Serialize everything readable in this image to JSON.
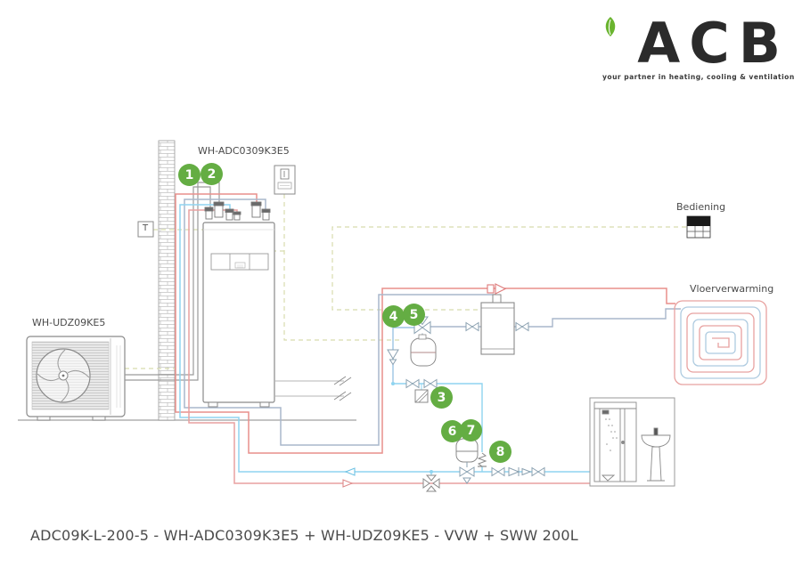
{
  "logo": {
    "text": "ACB",
    "tagline": "your partner in heating, cooling & ventilation",
    "leaf_color": "#6ab42f",
    "text_color": "#2b2b2b"
  },
  "caption": "ADC09K-L-200-5 - WH-ADC0309K3E5 + WH-UDZ09KE5 - VVW + SWW 200L",
  "labels": {
    "indoor_unit": "WH-ADC0309K3E5",
    "outdoor_unit": "WH-UDZ09KE5",
    "control": "Bediening",
    "floor_heating": "Vloerverwarming",
    "temp_sensor": "T"
  },
  "callouts": [
    {
      "number": "1"
    },
    {
      "number": "2"
    },
    {
      "number": "3"
    },
    {
      "number": "4"
    },
    {
      "number": "5"
    },
    {
      "number": "6"
    },
    {
      "number": "7"
    },
    {
      "number": "8"
    }
  ],
  "colors": {
    "callout_green": "#64ad43",
    "pipe_hot": "#e88f8c",
    "pipe_return": "#a9b7cb",
    "pipe_cold": "#8fd4f0",
    "pipe_dhw": "#e9a0a0",
    "pipe_refrigerant": "#9a9a9a",
    "electrical_dashed": "#d8dcae"
  }
}
